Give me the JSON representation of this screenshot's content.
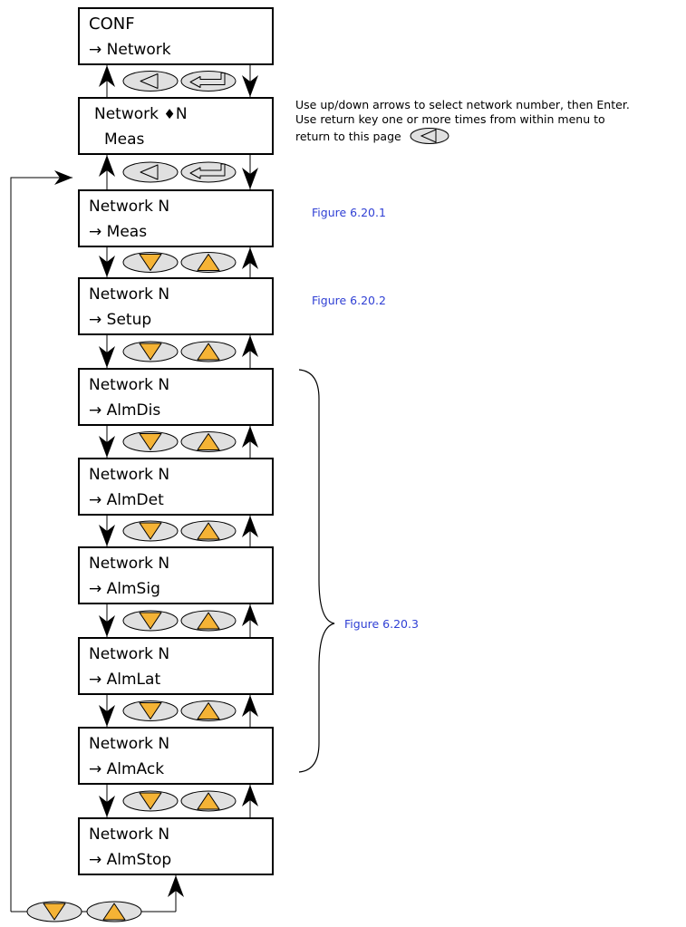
{
  "boxes": [
    {
      "line1": "CONF",
      "line2": "→ Network"
    },
    {
      "line1": "Network ",
      "updown": "♦",
      "line1b": "N",
      "line2": "Meas"
    },
    {
      "line1": "Network N",
      "line2": "→ Meas"
    },
    {
      "line1": "Network N",
      "line2": "→ Setup"
    },
    {
      "line1": "Network N",
      "line2": "→  AlmDis"
    },
    {
      "line1": "Network N",
      "line2": "→ AlmDet"
    },
    {
      "line1": "Network N",
      "line2": "→ AlmSig"
    },
    {
      "line1": "Network N",
      "line2": "→ AlmLat"
    },
    {
      "line1": "Network N",
      "line2": "→ AlmAck"
    },
    {
      "line1": "Network N",
      "line2": "→ AlmStop"
    }
  ],
  "note": {
    "line1": "Use up/down arrows to select network number, then Enter.",
    "line2": "Use return key one or more times from within menu to",
    "line3": "return to this page"
  },
  "figures": {
    "fig1": "Figure 6.20.1",
    "fig2": "Figure 6.20.2",
    "fig3": "Figure 6.20.3"
  },
  "icons": {
    "back": "back-key-icon",
    "enter": "enter-key-icon",
    "down": "down-key-icon",
    "up": "up-key-icon"
  },
  "colors": {
    "key_fill": "#e0e0e0",
    "triangle_fill": "#f5b335",
    "figure_text": "#2f3fd4"
  }
}
